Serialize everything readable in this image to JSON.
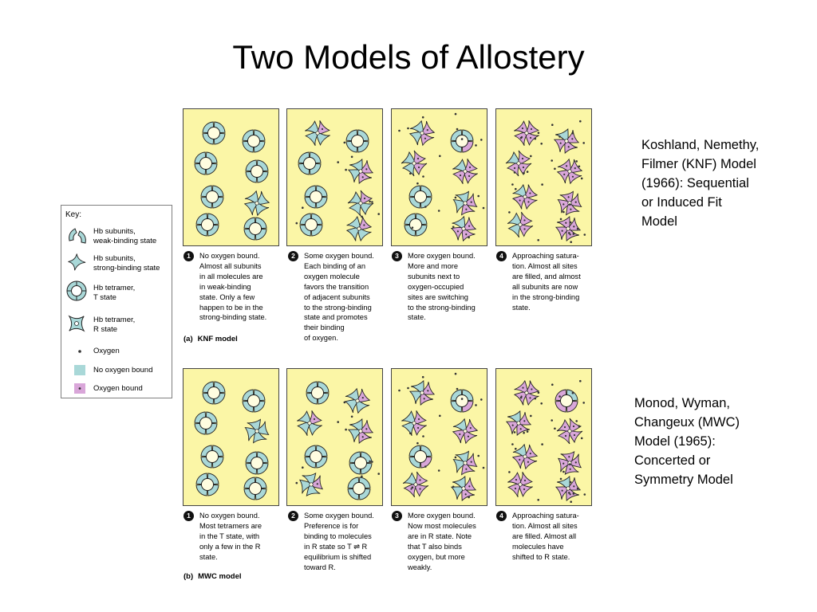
{
  "title": "Two Models of Allostery",
  "key": {
    "heading": "Key:",
    "items": [
      {
        "icon": "weak-subunit-icon",
        "label": "Hb subunits,\nweak-binding state"
      },
      {
        "icon": "strong-subunit-icon",
        "label": "Hb subunits,\nstrong-binding state"
      },
      {
        "icon": "t-state-tetramer-icon",
        "label": "Hb tetramer,\nT state"
      },
      {
        "icon": "r-state-tetramer-icon",
        "label": "Hb tetramer,\nR state"
      },
      {
        "icon": "oxygen-dot-icon",
        "label": "Oxygen"
      },
      {
        "icon": "no-oxygen-swatch-icon",
        "label": "No oxygen bound"
      },
      {
        "icon": "oxygen-bound-swatch-icon",
        "label": "Oxygen bound"
      }
    ]
  },
  "colors": {
    "panel_bg": "#fbf6a6",
    "subunit_unbound": "#a9d8d8",
    "subunit_bound": "#d9a6d9",
    "outline": "#222222"
  },
  "knf": {
    "tag": "(a)",
    "label": "KNF model",
    "steps": [
      {
        "num": "1",
        "text": "No oxygen bound.\nAlmost all subunits\nin all molecules are\nin weak-binding\nstate. Only a few\nhappen to be in the\nstrong-binding state."
      },
      {
        "num": "2",
        "text": "Some oxygen bound.\nEach binding of an\noxygen molecule\nfavors the transition\nof adjacent subunits\nto the strong-binding\nstate and promotes\ntheir binding\nof oxygen."
      },
      {
        "num": "3",
        "text": "More oxygen bound.\nMore and more\nsubunits next to\noxygen-occupied\nsites are switching\nto the strong-binding\nstate."
      },
      {
        "num": "4",
        "text": "Approaching satura-\ntion. Almost all sites\nare filled, and almost\nall subunits are now\nin the strong-binding\nstate."
      }
    ],
    "note": "Koshland, Nemethy,\nFilmer (KNF) Model\n(1966): Sequential\nor Induced Fit\nModel"
  },
  "mwc": {
    "tag": "(b)",
    "label": "MWC model",
    "steps": [
      {
        "num": "1",
        "text": "No oxygen bound.\nMost tetramers are\nin the T state, with\nonly a few in the R\nstate."
      },
      {
        "num": "2",
        "text": "Some oxygen bound.\nPreference is for\nbinding to molecules\nin R state so T ⇌ R\nequilibrium is shifted\ntoward R."
      },
      {
        "num": "3",
        "text": "More oxygen bound.\nNow most molecules\nare in R state. Note\nthat T also binds\noxygen, but more\nweakly."
      },
      {
        "num": "4",
        "text": "Approaching satura-\ntion. Almost all sites\nare filled. Almost all\nmolecules have\nshifted to R state."
      }
    ],
    "note": "Monod, Wyman,\nChangeux (MWC)\nModel (1965):\nConcerted or\nSymmetry Model"
  }
}
